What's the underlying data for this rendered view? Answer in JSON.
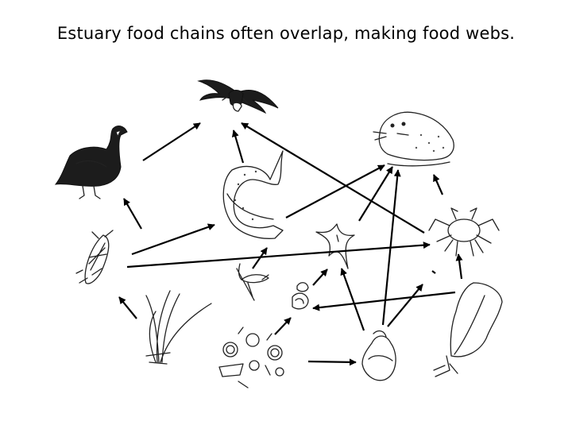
{
  "title": "Estuary food chains often overlap, making food webs.",
  "organisms": [
    {
      "id": "eagle",
      "icon": "eagle-icon"
    },
    {
      "id": "goose",
      "icon": "goose-icon"
    },
    {
      "id": "seal",
      "icon": "seal-icon"
    },
    {
      "id": "salmon",
      "icon": "salmon-icon"
    },
    {
      "id": "starfish",
      "icon": "starfish-icon"
    },
    {
      "id": "crab",
      "icon": "crab-icon"
    },
    {
      "id": "isopod",
      "icon": "isopod-icon"
    },
    {
      "id": "shrimp",
      "icon": "shrimp-icon"
    },
    {
      "id": "snail",
      "icon": "snail-icon"
    },
    {
      "id": "eelgrass",
      "icon": "eelgrass-icon"
    },
    {
      "id": "plankton",
      "icon": "plankton-icon"
    },
    {
      "id": "clam",
      "icon": "clam-icon"
    },
    {
      "id": "seaweed",
      "icon": "seaweed-icon"
    }
  ],
  "arrows": [
    {
      "from": "goose",
      "to": "eagle"
    },
    {
      "from": "salmon",
      "to": "eagle"
    },
    {
      "from": "crab",
      "to": "eagle"
    },
    {
      "from": "salmon",
      "to": "seal"
    },
    {
      "from": "starfish",
      "to": "seal"
    },
    {
      "from": "clam",
      "to": "seal"
    },
    {
      "from": "crab",
      "to": "seal"
    },
    {
      "from": "isopod",
      "to": "goose"
    },
    {
      "from": "isopod",
      "to": "salmon"
    },
    {
      "from": "isopod",
      "to": "crab"
    },
    {
      "from": "shrimp",
      "to": "salmon"
    },
    {
      "from": "eelgrass",
      "to": "isopod"
    },
    {
      "from": "snail",
      "to": "starfish"
    },
    {
      "from": "clam",
      "to": "starfish"
    },
    {
      "from": "plankton",
      "to": "snail"
    },
    {
      "from": "plankton",
      "to": "clam"
    },
    {
      "from": "seaweed",
      "to": "crab"
    },
    {
      "from": "seaweed",
      "to": "snail"
    }
  ]
}
